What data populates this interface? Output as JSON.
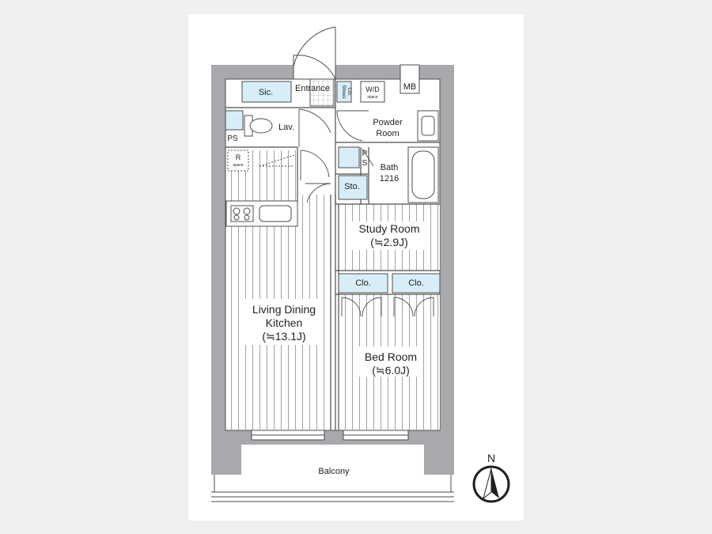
{
  "colors": {
    "wall": "#a7a9ac",
    "line": "#4d4d4d",
    "floor_stripe": "#8a8a8a",
    "storage": "#d7eef8",
    "paper": "#ffffff",
    "background": "#f0f0f0"
  },
  "rooms": {
    "sic": "Sic.",
    "entrance": "Entrance",
    "shoes_clo": [
      "Shoes",
      "Clo."
    ],
    "wd_space": [
      "W/D",
      "space"
    ],
    "mb": "MB",
    "lav": "Lav.",
    "powder_room": [
      "Powder",
      "Room"
    ],
    "ps_left": "PS",
    "ps_right": [
      "P",
      "S"
    ],
    "r_space": [
      "R",
      "space"
    ],
    "bath": [
      "Bath",
      "1216"
    ],
    "sto": "Sto.",
    "study_room": [
      "Study Room",
      "(≒2.9J)"
    ],
    "clo_left": "Clo.",
    "clo_right": "Clo.",
    "ldk": [
      "Living Dining",
      "Kitchen",
      "(≒13.1J)"
    ],
    "bed_room": [
      "Bed Room",
      "(≒6.0J)"
    ],
    "balcony": "Balcony"
  },
  "compass": {
    "label": "N",
    "icon": "north-arrow-icon"
  }
}
